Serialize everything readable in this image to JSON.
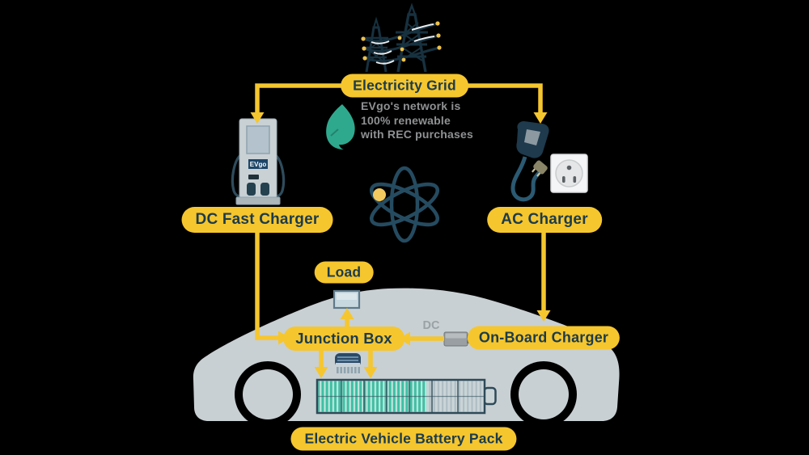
{
  "labels": {
    "electricity_grid": "Electricity Grid",
    "dc_fast_charger": "DC Fast Charger",
    "ac_charger": "AC Charger",
    "load": "Load",
    "junction_box": "Junction Box",
    "on_board_charger": "On-Board Charger",
    "battery_pack": "Electric Vehicle Battery Pack",
    "dc_current": "DC"
  },
  "note": {
    "line1": "EVgo's network is",
    "line2": "100% renewable",
    "line3": "with REC purchases"
  },
  "logo": {
    "evgo": "EVgo"
  },
  "icons": {
    "grid": "transmission-towers-icon",
    "renewable": "leaf-icon",
    "energy": "atom-icon",
    "dc_station": "ev-charging-station-icon",
    "ac_plug": "ac-charging-plug-icon",
    "outlet": "wall-outlet-icon",
    "vehicle": "electric-car-icon",
    "battery": "battery-pack-icon",
    "converter": "dc-converter-icon",
    "load_device": "load-device-icon",
    "bms": "battery-connector-icon"
  },
  "colors": {
    "background": "#000000",
    "accent_yellow": "#F5C62E",
    "label_text": "#1C3B4B",
    "leaf_green": "#2FA98E",
    "car_gray": "#C9D0D3",
    "battery_green": "#3FBFA3",
    "dark_teal": "#17313F",
    "atom_blue": "#254B60",
    "note_gray": "#8F9193"
  }
}
